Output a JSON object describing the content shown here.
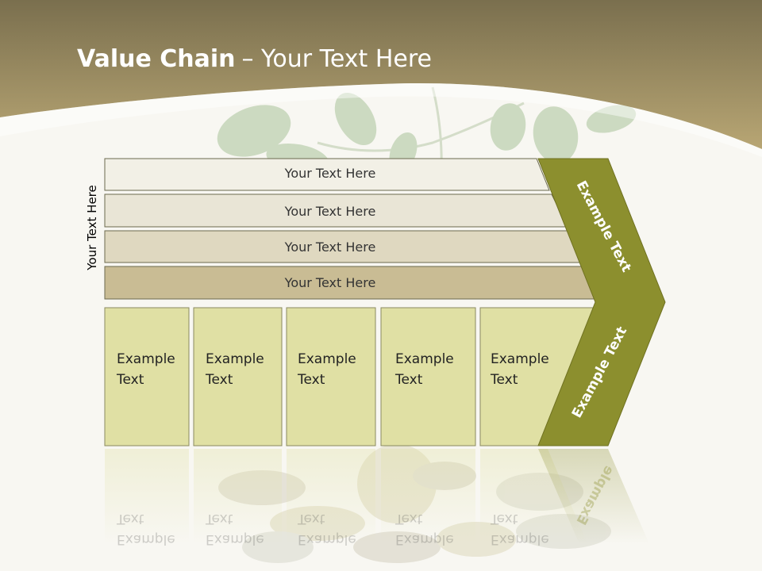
{
  "slide": {
    "title_bold": "Value Chain",
    "title_rest": "– Your Text Here",
    "side_label": "Your Text Here",
    "bands": [
      {
        "label": "Your Text Here"
      },
      {
        "label": "Your Text Here"
      },
      {
        "label": "Your Text Here"
      },
      {
        "label": "Your Text Here"
      }
    ],
    "columns": [
      {
        "line1": "Example",
        "line2": "Text"
      },
      {
        "line1": "Example",
        "line2": "Text"
      },
      {
        "line1": "Example",
        "line2": "Text"
      },
      {
        "line1": "Example",
        "line2": "Text"
      },
      {
        "line1": "Example",
        "line2": "Text"
      }
    ],
    "arrow_upper": "Example Text",
    "arrow_lower": "Example Text",
    "reflection_arrow": "Example",
    "colors": {
      "header": "#a89a68",
      "arrow": "#8c8f2e",
      "column_fill": "#e0e0a4",
      "band1": "#f2f0e6",
      "band2": "#e9e5d6",
      "band3": "#dfd8c0",
      "band4": "#c9bc94"
    }
  }
}
